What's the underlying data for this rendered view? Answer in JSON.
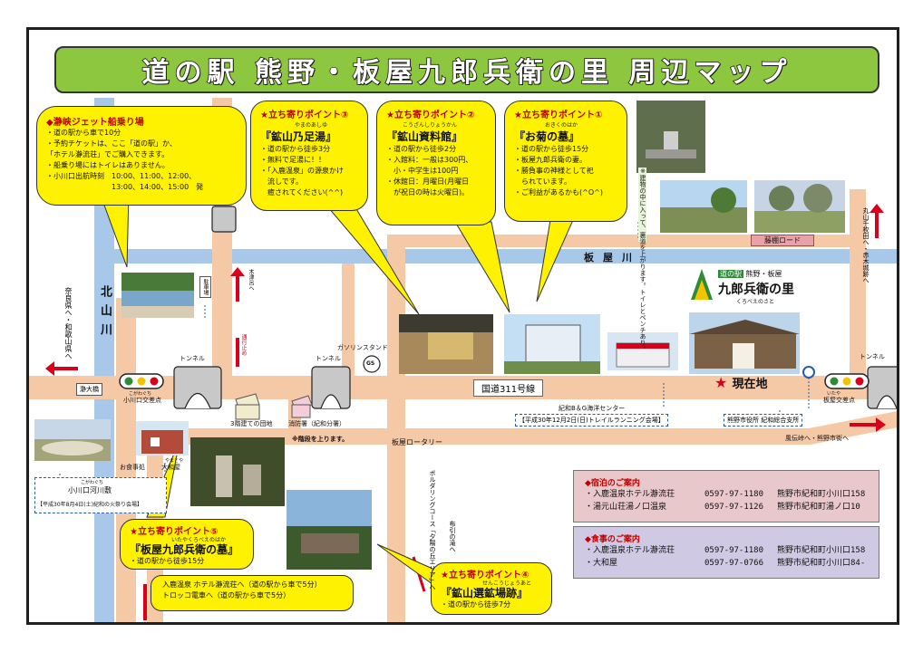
{
  "title": "道の駅 熊野・板屋九郎兵衛の里 周辺マップ",
  "roads": {
    "route311": "国道311号線",
    "itaya_rotary": "板屋ロータリー",
    "fujidana_road": "藤棚ロード",
    "tunnel": "トンネル"
  },
  "rivers": {
    "kitayama": "北山川",
    "itaya": "板屋川"
  },
  "directions": {
    "nara_wakayama": "奈良県へ・和歌山県へ",
    "kitsu": "木津呂へ",
    "maruyama": "丸山千枚田へ・赤木城跡へ",
    "fushiro": "風伝峠へ・熊野市街へ",
    "iruka": "入鹿温泉 ホテル瀞流荘へ（道の駅から車で5分）",
    "torokko": "トロッコ電車へ（道の駅から車で5分）",
    "boulder": "ボルダリングコース「夕陽の丘エリア」へ",
    "nunobiki": "布引の滝へ",
    "one_way": "通行止め"
  },
  "labels": {
    "dorokyo": "瀞大橋",
    "ogawaguchi_ruby": "こがわぐち",
    "ogawaguchi": "小川口交差点",
    "itaya_ruby": "いたや",
    "itaya_intersection": "板屋交差点",
    "gas": "ガソリンスタンド",
    "gs": "GS",
    "three_story": "3階建ての団地",
    "fire": "消防署（紀和分署）",
    "stairs": "※階段を上ります。",
    "parking": "駐車場",
    "genzaichi": "現在地",
    "kiwa_center": "紀和B＆G海洋センター",
    "kiwa_center_event": "【平成30年12月2日(日)トレイルランニング会場】",
    "city_office": "熊野市役所 紀和総合支所",
    "restaurant": "お食事処",
    "yamatoya_ruby": "やまとや",
    "yamatoya": "大和屋",
    "kogawaguchi_ruby": "こがわぐち",
    "kogawaguchi_river": "小川口河川敷",
    "fireworks": "【平成30年8月4日(土)紀和の火祭り会場】",
    "sign_note": "※建物の中に入って、裏道を上がります。トイレとベンチあり。"
  },
  "station_logo": {
    "badge": "道の駅",
    "sub": "熊野・板屋",
    "name": "九郎兵衛の里",
    "kana": "くろべえのさと"
  },
  "jet_boat": {
    "title": "◆瀞峡ジェット船乗り場",
    "lines": [
      "・道の駅から車で10分",
      "・予約チケットは、ここ「道の駅」か、",
      "「ホテル瀞流荘」でご購入できます。",
      "・船乗り場にはトイレはありません。",
      "・小川口出航時刻　10:00、11:00、12:00、",
      "　　　　　　　　　13:00、14:00、15:00　発"
    ]
  },
  "points": [
    {
      "header": "★立ち寄りポイント③",
      "ruby": "やまのあしゆ",
      "name": "『鉱山乃足湯』",
      "lines": [
        "・道の駅から徒歩3分",
        "・無料で足湯に！！",
        "・「入鹿温泉」の源泉かけ",
        "　流しです。",
        "　癒されてください(^^)"
      ]
    },
    {
      "header": "★立ち寄りポイント②",
      "ruby": "こうざんしりょうかん",
      "name": "『鉱山資料館』",
      "lines": [
        "・道の駅から徒歩2分",
        "・入館料：一般は300円、",
        "　小・中学生は100円",
        "・休館日：月曜日(月曜日",
        "　が祝日の時は火曜日)。"
      ]
    },
    {
      "header": "★立ち寄りポイント①",
      "ruby": "おきくのはか",
      "name": "『お菊の墓』",
      "lines": [
        "・道の駅から徒歩15分",
        "・板屋九郎兵衛の妻。",
        "・勝負事の神様として祀",
        "　られています。",
        "・ご利益があるかも(^O^)"
      ]
    },
    {
      "header": "★立ち寄りポイント⑤",
      "ruby": "いたやくろべえのはか",
      "name": "『板屋九郎兵衛の墓』",
      "lines": [
        "・道の駅から徒歩15分"
      ]
    },
    {
      "header": "★立ち寄りポイント④",
      "ruby": "せんこうじょうあと",
      "name": "『鉱山選鉱場跡』",
      "lines": [
        "・道の駅から徒歩7分"
      ]
    }
  ],
  "lodging": {
    "title": "◆宿泊のご案内",
    "rows": [
      {
        "name": "・入鹿温泉ホテル瀞流荘",
        "tel": "0597-97-1180",
        "addr": "熊野市紀和町小川口158"
      },
      {
        "name": "・湯元山荘湯ノ口温泉",
        "tel": "0597-97-1126",
        "addr": "熊野市紀和町湯ノ口10"
      }
    ]
  },
  "dining": {
    "title": "◆食事のご案内",
    "rows": [
      {
        "name": "・入鹿温泉ホテル瀞流荘",
        "tel": "0597-97-1180",
        "addr": "熊野市紀和町小川口158"
      },
      {
        "name": "・大和屋",
        "tel": "0597-97-0766",
        "addr": "熊野市紀和町小川口84-"
      }
    ]
  },
  "colors": {
    "road": "#f6c9a6",
    "river": "#a8c8ea",
    "callout": "#fff200",
    "title_bg": "#8dc63f",
    "lodging_bg": "#e9c8cc",
    "dining_bg": "#cfc9e3",
    "accent_red": "#d9001b"
  }
}
